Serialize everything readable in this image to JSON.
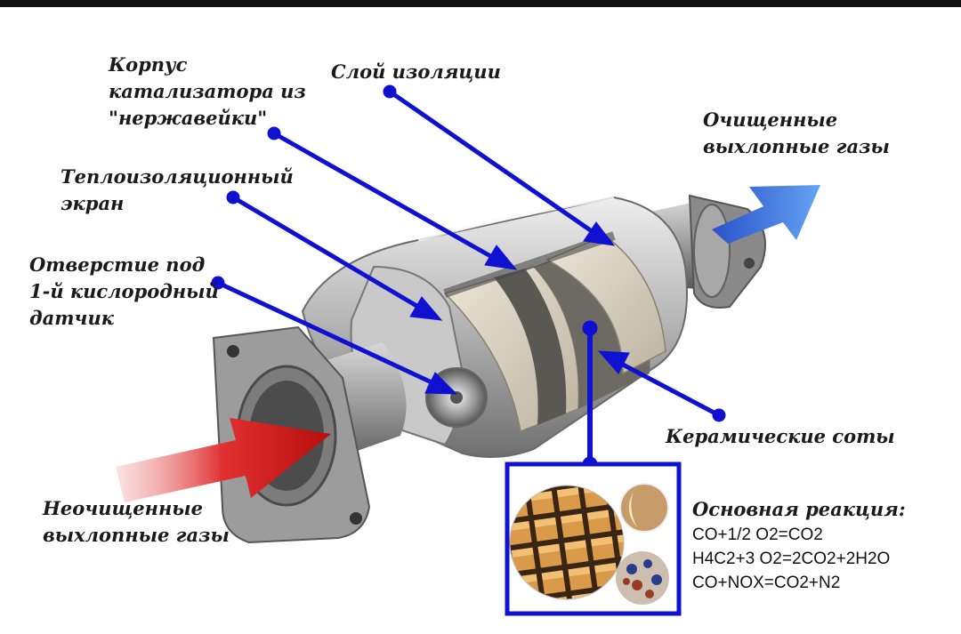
{
  "labels": {
    "housing": [
      "Корпус",
      "катализатора из",
      "\"нержавейки\""
    ],
    "insulation_layer": [
      "Слой изоляции"
    ],
    "cleaned_gases": [
      "Очищенные",
      "выхлопные газы"
    ],
    "heat_shield": [
      "Теплоизоляционный",
      "экран"
    ],
    "sensor_hole": [
      "Отверстие под",
      "1-й кислородный",
      "датчик"
    ],
    "ceramic_honeycomb": [
      "Керамические соты"
    ],
    "uncleaned_gases": [
      "Неочищенные",
      "выхлопные газы"
    ]
  },
  "reaction": {
    "title": "Основная реакция:",
    "equations": [
      "CO+1/2 O2=CO2",
      "H4C2+3 O2=2CO2+2H2O",
      "CO+NOX=CO2+N2"
    ]
  },
  "colors": {
    "pointer": "#1010d0",
    "inlet_arrow": "#d01818",
    "outlet_arrow": "#2a6fd8",
    "metal": "#b8b8b8",
    "ceramic": "#d9d2c2"
  }
}
